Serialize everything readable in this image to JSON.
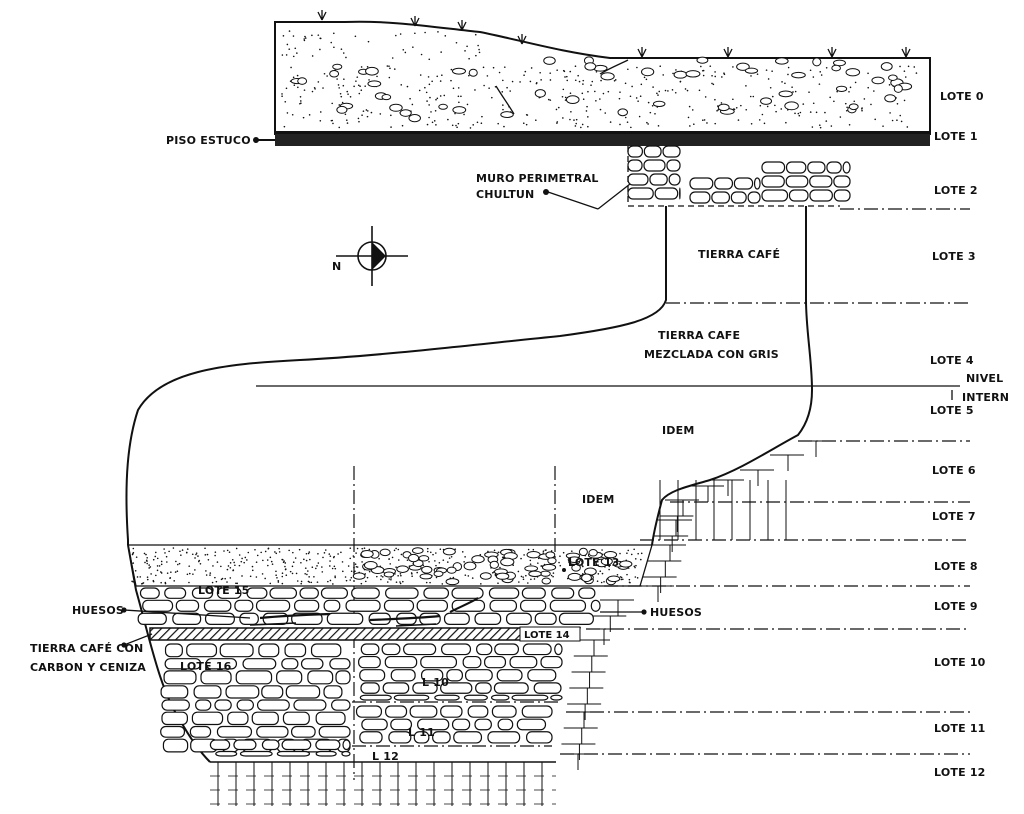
{
  "lots": [
    "LOTE 0",
    "LOTE 1",
    "LOTE 2",
    "LOTE 3",
    "LOTE 4",
    "LOTE 5",
    "LOTE 6",
    "LOTE 7",
    "LOTE 8",
    "LOTE 9",
    "LOTE 10",
    "LOTE 11",
    "LOTE 12"
  ],
  "labels": {
    "piso_estuco": "PISO ESTUCO",
    "muro_line1": "MURO PERIMETRAL",
    "muro_line2": "CHULTUN",
    "tierra_cafe": "TIERRA CAFÉ",
    "tierra_gris_line1": "TIERRA CAFE",
    "tierra_gris_line2": "MEZCLADA CON GRIS",
    "nivel_line1": "NIVEL",
    "nivel_line2": "INTERN",
    "idem_1": "IDEM",
    "idem_2": "IDEM",
    "lote_13": "LOTE 13",
    "lote_15": "LOTE 15",
    "huesos_left": "HUESOS",
    "huesos_right": "HUESOS",
    "tierra_carbon_line1": "TIERRA CAFÉ CON",
    "tierra_carbon_line2": "CARBON Y CENIZA",
    "lote_14": "LOTE 14",
    "lote_16": "LOTE 16",
    "l10": "L 10",
    "l11": "L 11",
    "l12": "L 12"
  },
  "north": "N"
}
